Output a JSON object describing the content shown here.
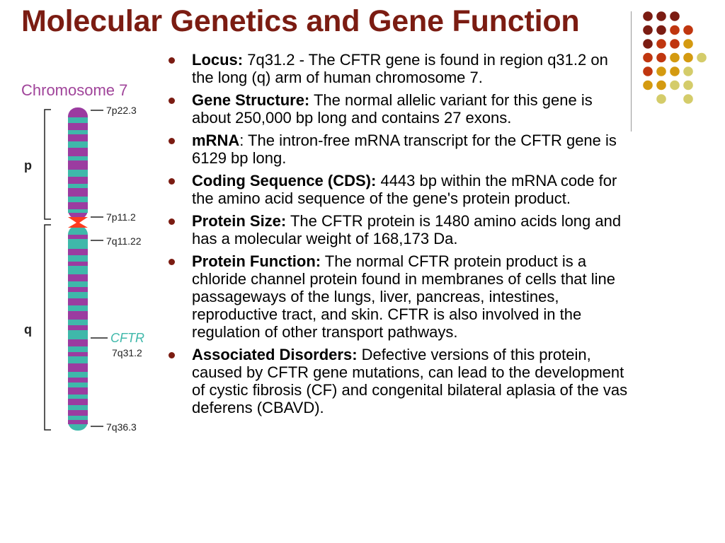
{
  "slide": {
    "title": "Molecular Genetics and Gene Function"
  },
  "decor": {
    "dot_colors": [
      "#7b1c12",
      "#c0360f",
      "#d49a10",
      "#d4cc6a"
    ],
    "dot_grid": [
      [
        0,
        0,
        0,
        null,
        null
      ],
      [
        0,
        0,
        1,
        1,
        null
      ],
      [
        0,
        1,
        1,
        2,
        null
      ],
      [
        1,
        1,
        2,
        2,
        3
      ],
      [
        1,
        2,
        2,
        3,
        null
      ],
      [
        2,
        2,
        3,
        3,
        null
      ],
      [
        null,
        3,
        null,
        3,
        null
      ]
    ]
  },
  "figure": {
    "title": "Chromosome 7",
    "arm_p": "p",
    "arm_q": "q",
    "band_labels": {
      "top": "7p22.3",
      "centromere_p": "7p11.2",
      "centromere_q": "7q11.22",
      "gene_name": "CFTR",
      "gene_locus": "7q31.2",
      "bottom": "7q36.3"
    },
    "colors": {
      "title": "#a0449a",
      "p_arm": "#9b3ca0",
      "q_arm": "#3fb8aa",
      "band": "#9b3ca0",
      "centromere": "#ff3b1f",
      "gene_label": "#3fb8aa"
    }
  },
  "bullets": [
    {
      "label": "Locus:",
      "text": " 7q31.2 - The CFTR gene is found in region q31.2 on the long (q) arm of human chromosome 7."
    },
    {
      "label": "Gene Structure:",
      "text": " The normal allelic variant for this gene is about 250,000 bp long and contains 27 exons."
    },
    {
      "label": "mRNA",
      "text": ": The intron-free mRNA transcript for the CFTR gene is 6129 bp long."
    },
    {
      "label": "Coding Sequence (CDS):",
      "text": " 4443 bp within the mRNA code for the amino acid sequence of the gene's protein product."
    },
    {
      "label": "Protein Size:",
      "text": " The CFTR protein is 1480 amino acids long and has a molecular weight of 168,173 Da."
    },
    {
      "label": "Protein Function:",
      "text": " The normal CFTR protein product is a chloride channel protein found in membranes of cells that line passageways of the lungs, liver, pancreas, intestines, reproductive tract, and skin. CFTR is also involved in the regulation of other transport pathways."
    },
    {
      "label": "Associated Disorders:",
      "text": " Defective versions of this protein, caused by CFTR gene mutations, can lead to the development of cystic fibrosis (CF) and congenital bilateral aplasia of the vas deferens (CBAVD)."
    }
  ]
}
